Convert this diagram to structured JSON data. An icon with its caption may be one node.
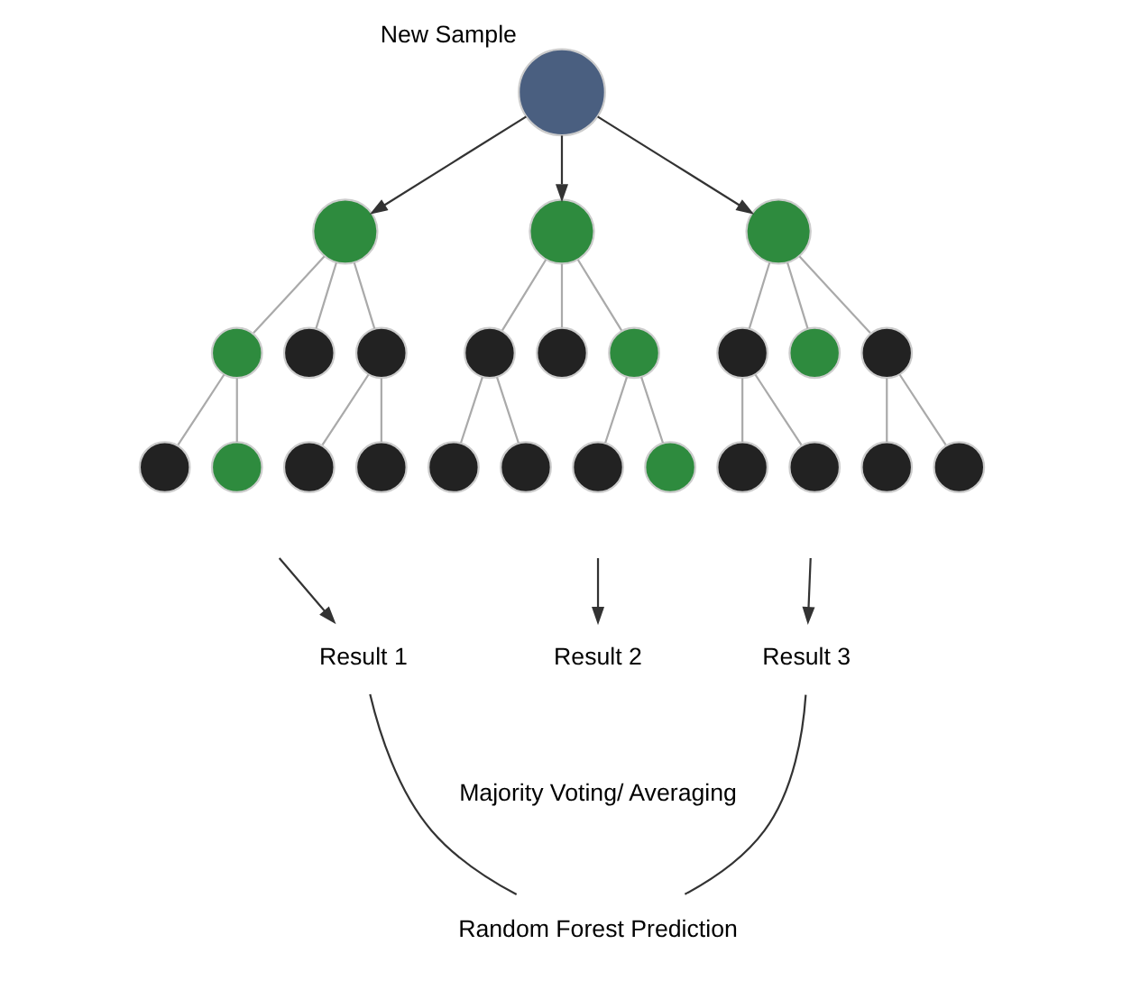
{
  "diagram": {
    "nodes": [
      {
        "text": [],
        "shape": "circle",
        "beside": [
          "New Sample"
        ]
      },
      {
        "text": [],
        "shape": "circle"
      },
      {
        "text": [],
        "shape": "circle"
      },
      {
        "text": [],
        "shape": "circle"
      },
      {
        "text": [],
        "shape": "circle"
      },
      {
        "text": [],
        "shape": "circle"
      },
      {
        "text": [],
        "shape": "circle"
      },
      {
        "text": [],
        "shape": "circle"
      },
      {
        "text": [],
        "shape": "circle"
      },
      {
        "text": [],
        "shape": "circle"
      },
      {
        "text": [],
        "shape": "circle"
      },
      {
        "text": [],
        "shape": "circle"
      },
      {
        "text": [],
        "shape": "circle"
      },
      {
        "text": [],
        "shape": "circle"
      },
      {
        "text": [],
        "shape": "circle"
      },
      {
        "text": [],
        "shape": "circle"
      },
      {
        "text": [],
        "shape": "circle"
      },
      {
        "text": [],
        "shape": "circle"
      },
      {
        "text": [],
        "shape": "circle"
      },
      {
        "text": [],
        "shape": "circle"
      },
      {
        "text": [],
        "shape": "circle"
      },
      {
        "text": [],
        "shape": "circle"
      },
      {
        "text": [],
        "shape": "circle"
      },
      {
        "text": [],
        "shape": "circle"
      },
      {
        "text": [],
        "shape": "circle"
      },
      {
        "text": [
          "Result 1"
        ]
      },
      {
        "text": [
          "Result 2"
        ]
      },
      {
        "text": [
          "Result 3"
        ]
      },
      {
        "text": [
          "Random Forest Prediction"
        ]
      }
    ],
    "edges": [
      {
        "from": 0,
        "to": 1,
        "arrow": "to",
        "color": "#333333"
      },
      {
        "from": 0,
        "to": 2,
        "arrow": "to",
        "color": "#333333"
      },
      {
        "from": 0,
        "to": 3,
        "arrow": "to",
        "color": "#333333"
      },
      {
        "from": 1,
        "to": 4,
        "arrow": "none"
      },
      {
        "from": 1,
        "to": 5,
        "arrow": "none"
      },
      {
        "from": 1,
        "to": 6,
        "arrow": "none"
      },
      {
        "from": 4,
        "to": 13,
        "arrow": "none"
      },
      {
        "from": 4,
        "to": 14,
        "arrow": "none"
      },
      {
        "from": 6,
        "to": 15,
        "arrow": "none"
      },
      {
        "from": 6,
        "to": 16,
        "arrow": "none"
      },
      {
        "from": 2,
        "to": 7,
        "arrow": "none"
      },
      {
        "from": 2,
        "to": 8,
        "arrow": "none"
      },
      {
        "from": 2,
        "to": 9,
        "arrow": "none"
      },
      {
        "from": 7,
        "to": 17,
        "arrow": "none"
      },
      {
        "from": 7,
        "to": 18,
        "arrow": "none"
      },
      {
        "from": 9,
        "to": 19,
        "arrow": "none"
      },
      {
        "from": 9,
        "to": 20,
        "arrow": "none"
      },
      {
        "from": 3,
        "to": 10,
        "arrow": "none"
      },
      {
        "from": 3,
        "to": 11,
        "arrow": "none"
      },
      {
        "from": 3,
        "to": 12,
        "arrow": "none"
      },
      {
        "from": 10,
        "to": 21,
        "arrow": "none"
      },
      {
        "from": 10,
        "to": 22,
        "arrow": "none"
      },
      {
        "from": 12,
        "to": 23,
        "arrow": "none"
      },
      {
        "from": 12,
        "to": 24,
        "arrow": "none"
      },
      {
        "from": null,
        "to": 25,
        "arrow": "to",
        "color": "#333333"
      },
      {
        "from": null,
        "to": 26,
        "arrow": "to",
        "color": "#333333"
      },
      {
        "from": null,
        "to": 27,
        "arrow": "to",
        "color": "#333333"
      },
      {
        "from": 25,
        "to": 28,
        "arrow": "none",
        "color": "#333333"
      },
      {
        "from": 27,
        "to": 28,
        "arrow": "none",
        "color": "#333333"
      }
    ],
    "labels": [
      "Majority Voting/ Averaging"
    ]
  }
}
